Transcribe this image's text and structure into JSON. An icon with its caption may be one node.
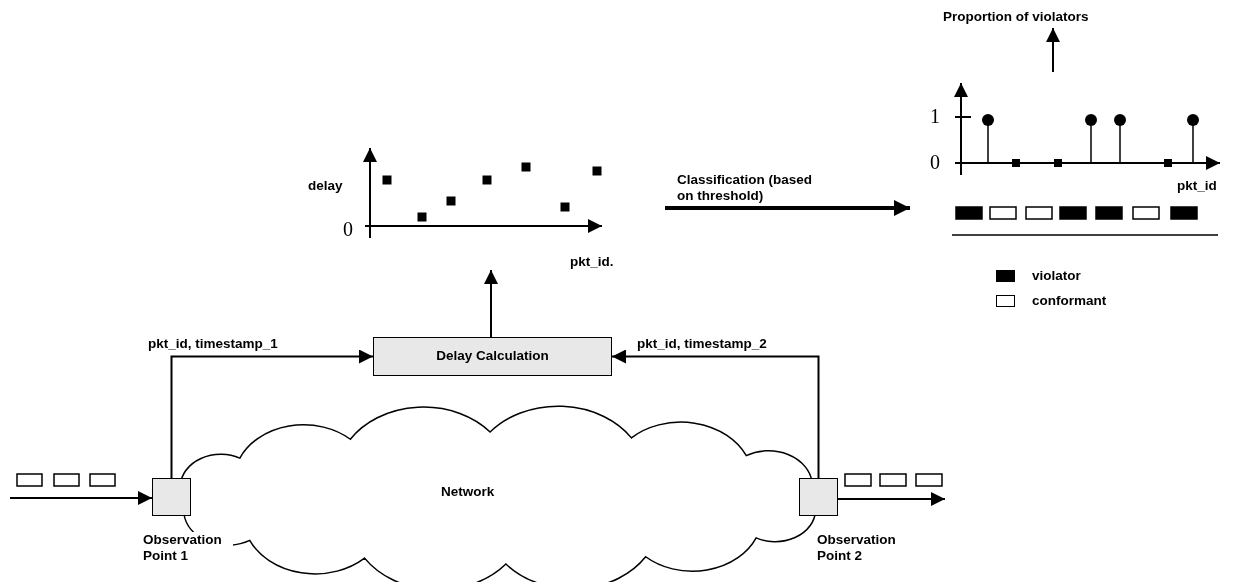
{
  "diagram": {
    "nodes": [
      {
        "text": [
          "Proportion of violators"
        ]
      },
      {
        "text": [
          "1",
          "0",
          "pkt_id"
        ]
      },
      {
        "text": [
          "delay",
          "0",
          "pkt_id."
        ]
      },
      {
        "text": [
          "Delay Calculation"
        ]
      },
      {
        "text": [
          "Network"
        ]
      },
      {
        "text": [
          "Observation Point 1"
        ]
      },
      {
        "text": [
          "Observation Point 2"
        ]
      }
    ],
    "edges": [
      {
        "from": 1,
        "to": 0,
        "arrow": "to"
      },
      {
        "from": 2,
        "to": 1,
        "arrow": "to",
        "label": "Classification (based on threshold)",
        "style": "thick"
      },
      {
        "from": 3,
        "to": 2,
        "arrow": "to"
      },
      {
        "from": 5,
        "to": 3,
        "arrow": "to",
        "label": "pkt_id, timestamp_1"
      },
      {
        "from": 6,
        "to": 3,
        "arrow": "to",
        "label": "pkt_id, timestamp_2"
      },
      {
        "from": null,
        "to": 5,
        "arrow": "to"
      },
      {
        "from": 6,
        "to": null,
        "arrow": "to"
      }
    ],
    "legend": [
      {
        "text": "violator",
        "color": "#000000"
      },
      {
        "text": "conformant",
        "color": "#ffffff"
      }
    ]
  }
}
